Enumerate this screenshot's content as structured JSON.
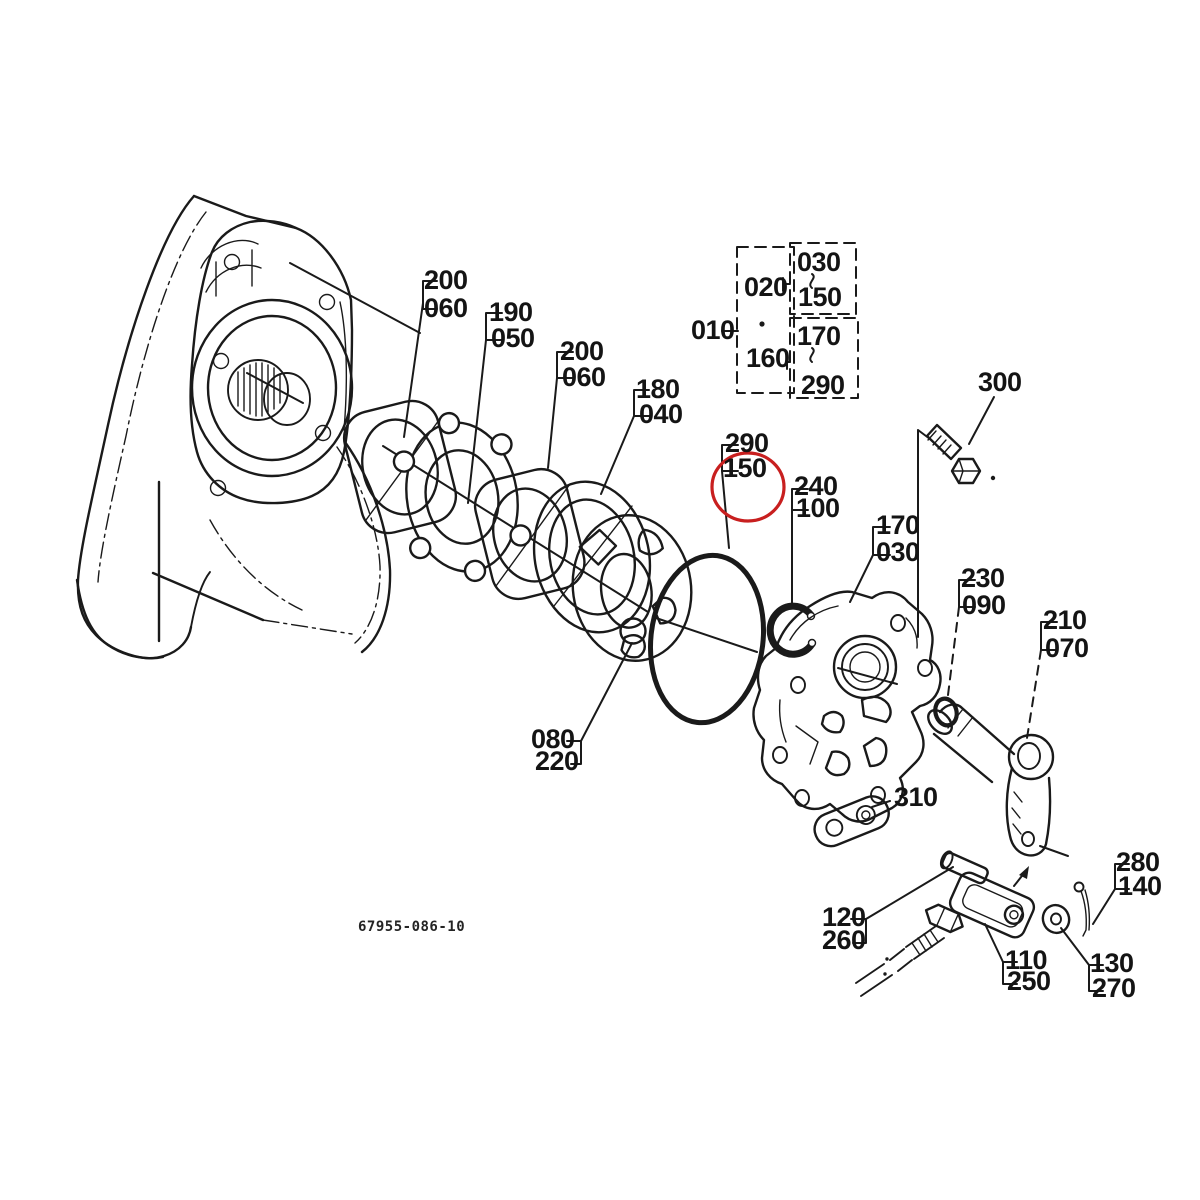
{
  "diagram": {
    "kind": "exploded-parts-diagram",
    "drawing_number": "67955-086-10",
    "highlight": {
      "color": "#c81f1f",
      "target_refs": [
        "290",
        "150"
      ]
    },
    "labels": [
      {
        "id": "front-gasket",
        "lines": [
          "200",
          "060"
        ]
      },
      {
        "id": "cam-plate",
        "lines": [
          "190",
          "050"
        ]
      },
      {
        "id": "rear-gasket",
        "lines": [
          "200",
          "060"
        ]
      },
      {
        "id": "rotor-set",
        "lines": [
          "180",
          "040"
        ]
      },
      {
        "id": "ref-010",
        "lines": [
          "010"
        ]
      },
      {
        "id": "ref-020",
        "lines": [
          "020"
        ]
      },
      {
        "id": "ref-160",
        "lines": [
          "160"
        ]
      },
      {
        "id": "ref-030-150",
        "lines": [
          "030",
          "150"
        ]
      },
      {
        "id": "ref-170-290",
        "lines": [
          "170",
          "290"
        ]
      },
      {
        "id": "large-o-ring",
        "lines": [
          "290",
          "150"
        ],
        "highlighted": true
      },
      {
        "id": "snap-ring",
        "lines": [
          "240",
          "100"
        ]
      },
      {
        "id": "pump-cover",
        "lines": [
          "170",
          "030"
        ]
      },
      {
        "id": "bolt",
        "lines": [
          "300"
        ]
      },
      {
        "id": "small-o-ring",
        "lines": [
          "230",
          "090"
        ]
      },
      {
        "id": "lever-shaft",
        "lines": [
          "210",
          "070"
        ]
      },
      {
        "id": "steel-ball",
        "lines": [
          "080",
          "220"
        ]
      },
      {
        "id": "joint-plate",
        "lines": [
          "310"
        ]
      },
      {
        "id": "clevis-pin",
        "lines": [
          "120",
          "260"
        ]
      },
      {
        "id": "rod-clevis",
        "lines": [
          "110",
          "250"
        ]
      },
      {
        "id": "washer",
        "lines": [
          "130",
          "270"
        ]
      },
      {
        "id": "cotter-pin",
        "lines": [
          "280",
          "140"
        ]
      }
    ]
  }
}
